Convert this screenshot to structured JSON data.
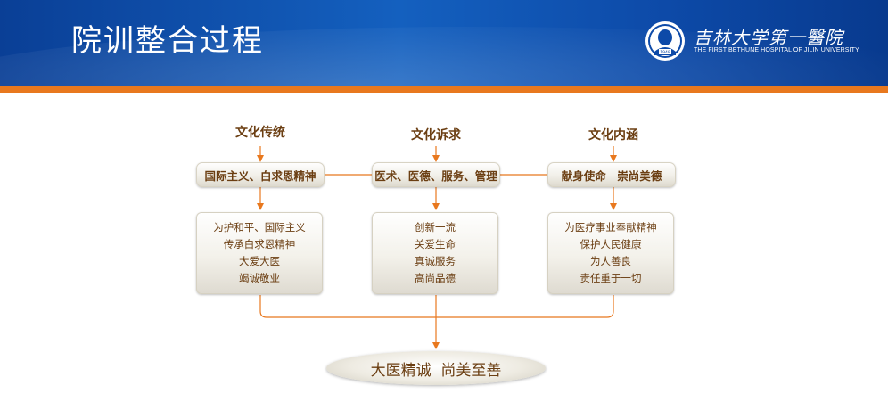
{
  "header": {
    "title": "院训整合过程",
    "logo_cn": "吉林大学第一醫院",
    "logo_en": "THE FIRST BETHUNE HOSPITAL OF JILIN UNIVERSITY",
    "logo_badge_text": "1948"
  },
  "colors": {
    "header_blue": "#0d4aa8",
    "accent_orange": "#e8781e",
    "text_brown": "#6b3e12"
  },
  "diagram": {
    "columns": [
      {
        "heading": "文化传统",
        "pill": "国际主义、白求恩精神",
        "lines": [
          "为护和平、国际主义",
          "传承白求恩精神",
          "大爱大医",
          "竭诚敬业"
        ]
      },
      {
        "heading": "文化诉求",
        "pill": "医术、医德、服务、管理",
        "lines": [
          "创新一流",
          "关爱生命",
          "真诚服务",
          "高尚品德"
        ]
      },
      {
        "heading": "文化内涵",
        "pill": "献身使命　崇尚美德",
        "lines": [
          "为医疗事业奉献精神",
          "保护人民健康",
          "为人善良",
          "责任重于一切"
        ]
      }
    ],
    "result": "大医精诚  尚美至善"
  }
}
